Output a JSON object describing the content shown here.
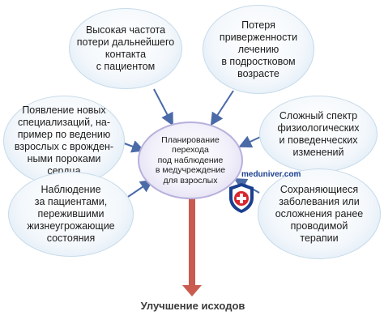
{
  "center": {
    "text": "Планирование\nперехода\nпод наблюдение\nв медучреждение\nдля взрослых"
  },
  "nodes": [
    {
      "id": "tl",
      "text": "Высокая частота\nпотери дальнейшего\nконтакта\nс пациентом"
    },
    {
      "id": "tr",
      "text": "Потеря\nприверженности\nлечению\nв подростковом\nвозрасте"
    },
    {
      "id": "ml",
      "text": "Появление новых\nспециализаций, на-\nпример по ведению\nвзрослых с врожден-\nными пороками\nсердца"
    },
    {
      "id": "mr",
      "text": "Сложный спектр\nфизиологических\nи поведенческих\nизменений"
    },
    {
      "id": "bl",
      "text": "Наблюдение\nза пациентами,\nпережившими\nжизнеугрожающие\nсостояния"
    },
    {
      "id": "br",
      "text": "Сохраняющиеся\nзаболевания или\nосложнения ранее\nпроводимой\nтерапии"
    }
  ],
  "outcome": {
    "text": "Улучшение исходов"
  },
  "watermark": {
    "text": "meduniver.com"
  },
  "colors": {
    "arrow": "#4a6aa8",
    "outcome_arrow": "#c95b50",
    "node_border": "#c7dbea",
    "center_border": "#b8b0dc"
  }
}
